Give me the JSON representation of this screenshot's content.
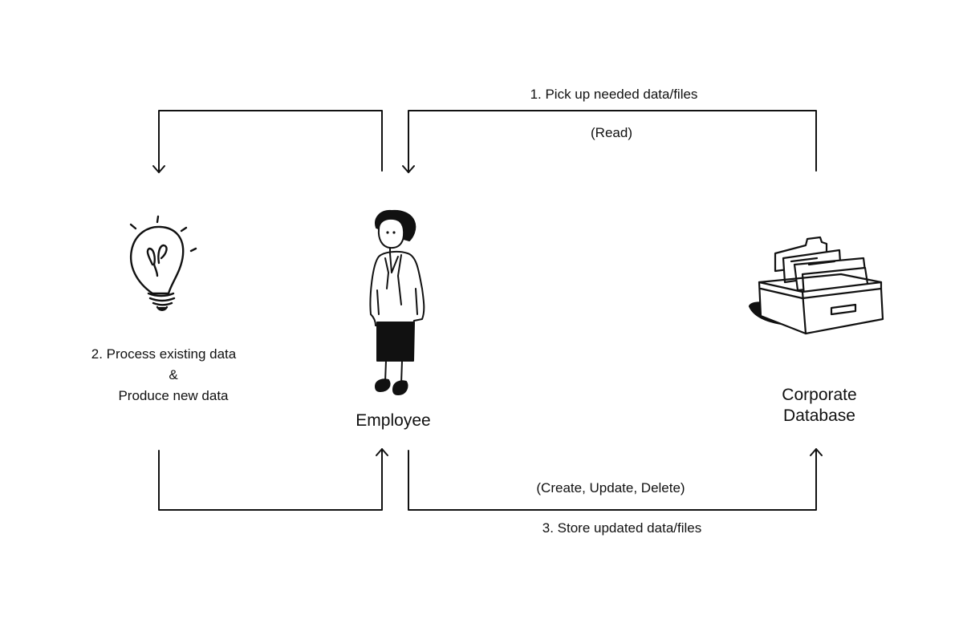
{
  "colors": {
    "ink": "#111111",
    "background": "#ffffff"
  },
  "nodes": {
    "idea": {
      "icon": "lightbulb-icon",
      "label_line1": "2. Process existing data",
      "label_line2": "&",
      "label_line3": "Produce new data"
    },
    "employee": {
      "icon": "person-icon",
      "label": "Employee"
    },
    "database": {
      "icon": "file-drawer-icon",
      "label_line1": "Corporate",
      "label_line2": "Database"
    }
  },
  "edges": {
    "read": {
      "label": "1. Pick up needed data/files",
      "sublabel": "(Read)"
    },
    "store": {
      "label": "3. Store updated data/files",
      "sublabel": "(Create, Update, Delete)"
    }
  }
}
